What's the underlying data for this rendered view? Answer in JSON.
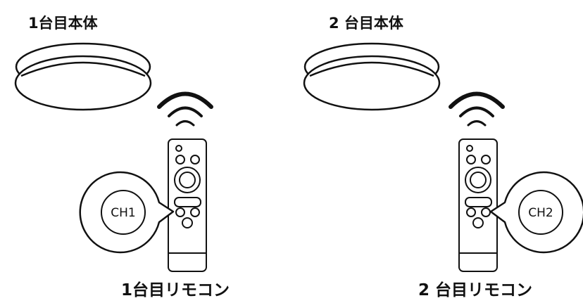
{
  "units": [
    {
      "body_label": "1台目本体",
      "remote_label": "1台目リモコン",
      "channel": "CH1"
    },
    {
      "body_label": "2 台目本体",
      "remote_label": "2 台目リモコン",
      "channel": "CH2"
    }
  ],
  "colors": {
    "stroke": "#111111",
    "background": "#ffffff"
  }
}
